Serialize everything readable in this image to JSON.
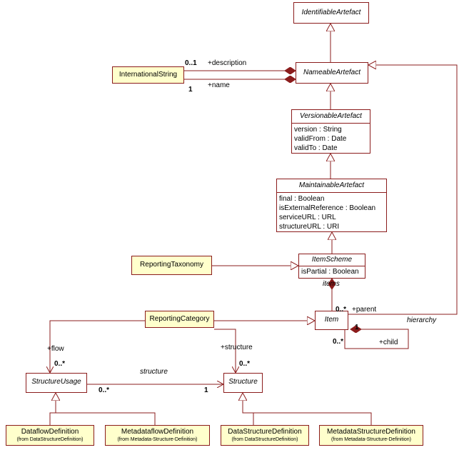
{
  "classes": {
    "identifiable_artefact": {
      "name": "IdentifiableArtefact"
    },
    "nameable_artefact": {
      "name": "NameableArtefact"
    },
    "international_string": {
      "name": "InternationalString"
    },
    "versionable_artefact": {
      "name": "VersionableArtefact",
      "attributes": [
        "version : String",
        "validFrom : Date",
        "validTo : Date"
      ]
    },
    "maintainable_artefact": {
      "name": "MaintainableArtefact",
      "attributes": [
        "final : Boolean",
        "isExternalReference : Boolean",
        "serviceURL : URL",
        "structureURL : URI"
      ]
    },
    "item_scheme": {
      "name": "ItemScheme",
      "attributes": [
        "isPartial : Boolean"
      ]
    },
    "reporting_taxonomy": {
      "name": "ReportingTaxonomy"
    },
    "reporting_category": {
      "name": "ReportingCategory"
    },
    "item": {
      "name": "Item"
    },
    "structure_usage": {
      "name": "StructureUsage"
    },
    "structure": {
      "name": "Structure"
    },
    "dataflow_definition": {
      "name": "DataflowDefinition",
      "source": "(from DataStructureDefinition)"
    },
    "metadataflow_definition": {
      "name": "MetadataflowDefinition",
      "source": "(from Metadata-Structure-Definition)"
    },
    "data_structure_definition": {
      "name": "DataStructureDefinition",
      "source": "(from DataStructureDefinition)"
    },
    "metadata_structure_definition": {
      "name": "MetadataStructureDefinition",
      "source": "(from Metadata-Structure-Definition)"
    }
  },
  "labels": {
    "description_mult": "0..1",
    "description_role": "+description",
    "name_mult": "1",
    "name_role": "+name",
    "items_role": "items",
    "item_mult": "0..*",
    "parent_role": "+parent",
    "hierarchy": "hierarchy",
    "hierarchy_mult": "1",
    "child_mult": "0..*",
    "child_role": "+child",
    "flow_role": "+flow",
    "flow_mult": "0..*",
    "structure_role": "+structure",
    "structure_mult": "0..*",
    "structure_assoc": "structure",
    "usage_mult": "0..*",
    "structure_one": "1"
  },
  "colors": {
    "line": "#8b1c1c",
    "concrete_fill": "#ffffcc",
    "abstract_fill": "#ffffff"
  }
}
